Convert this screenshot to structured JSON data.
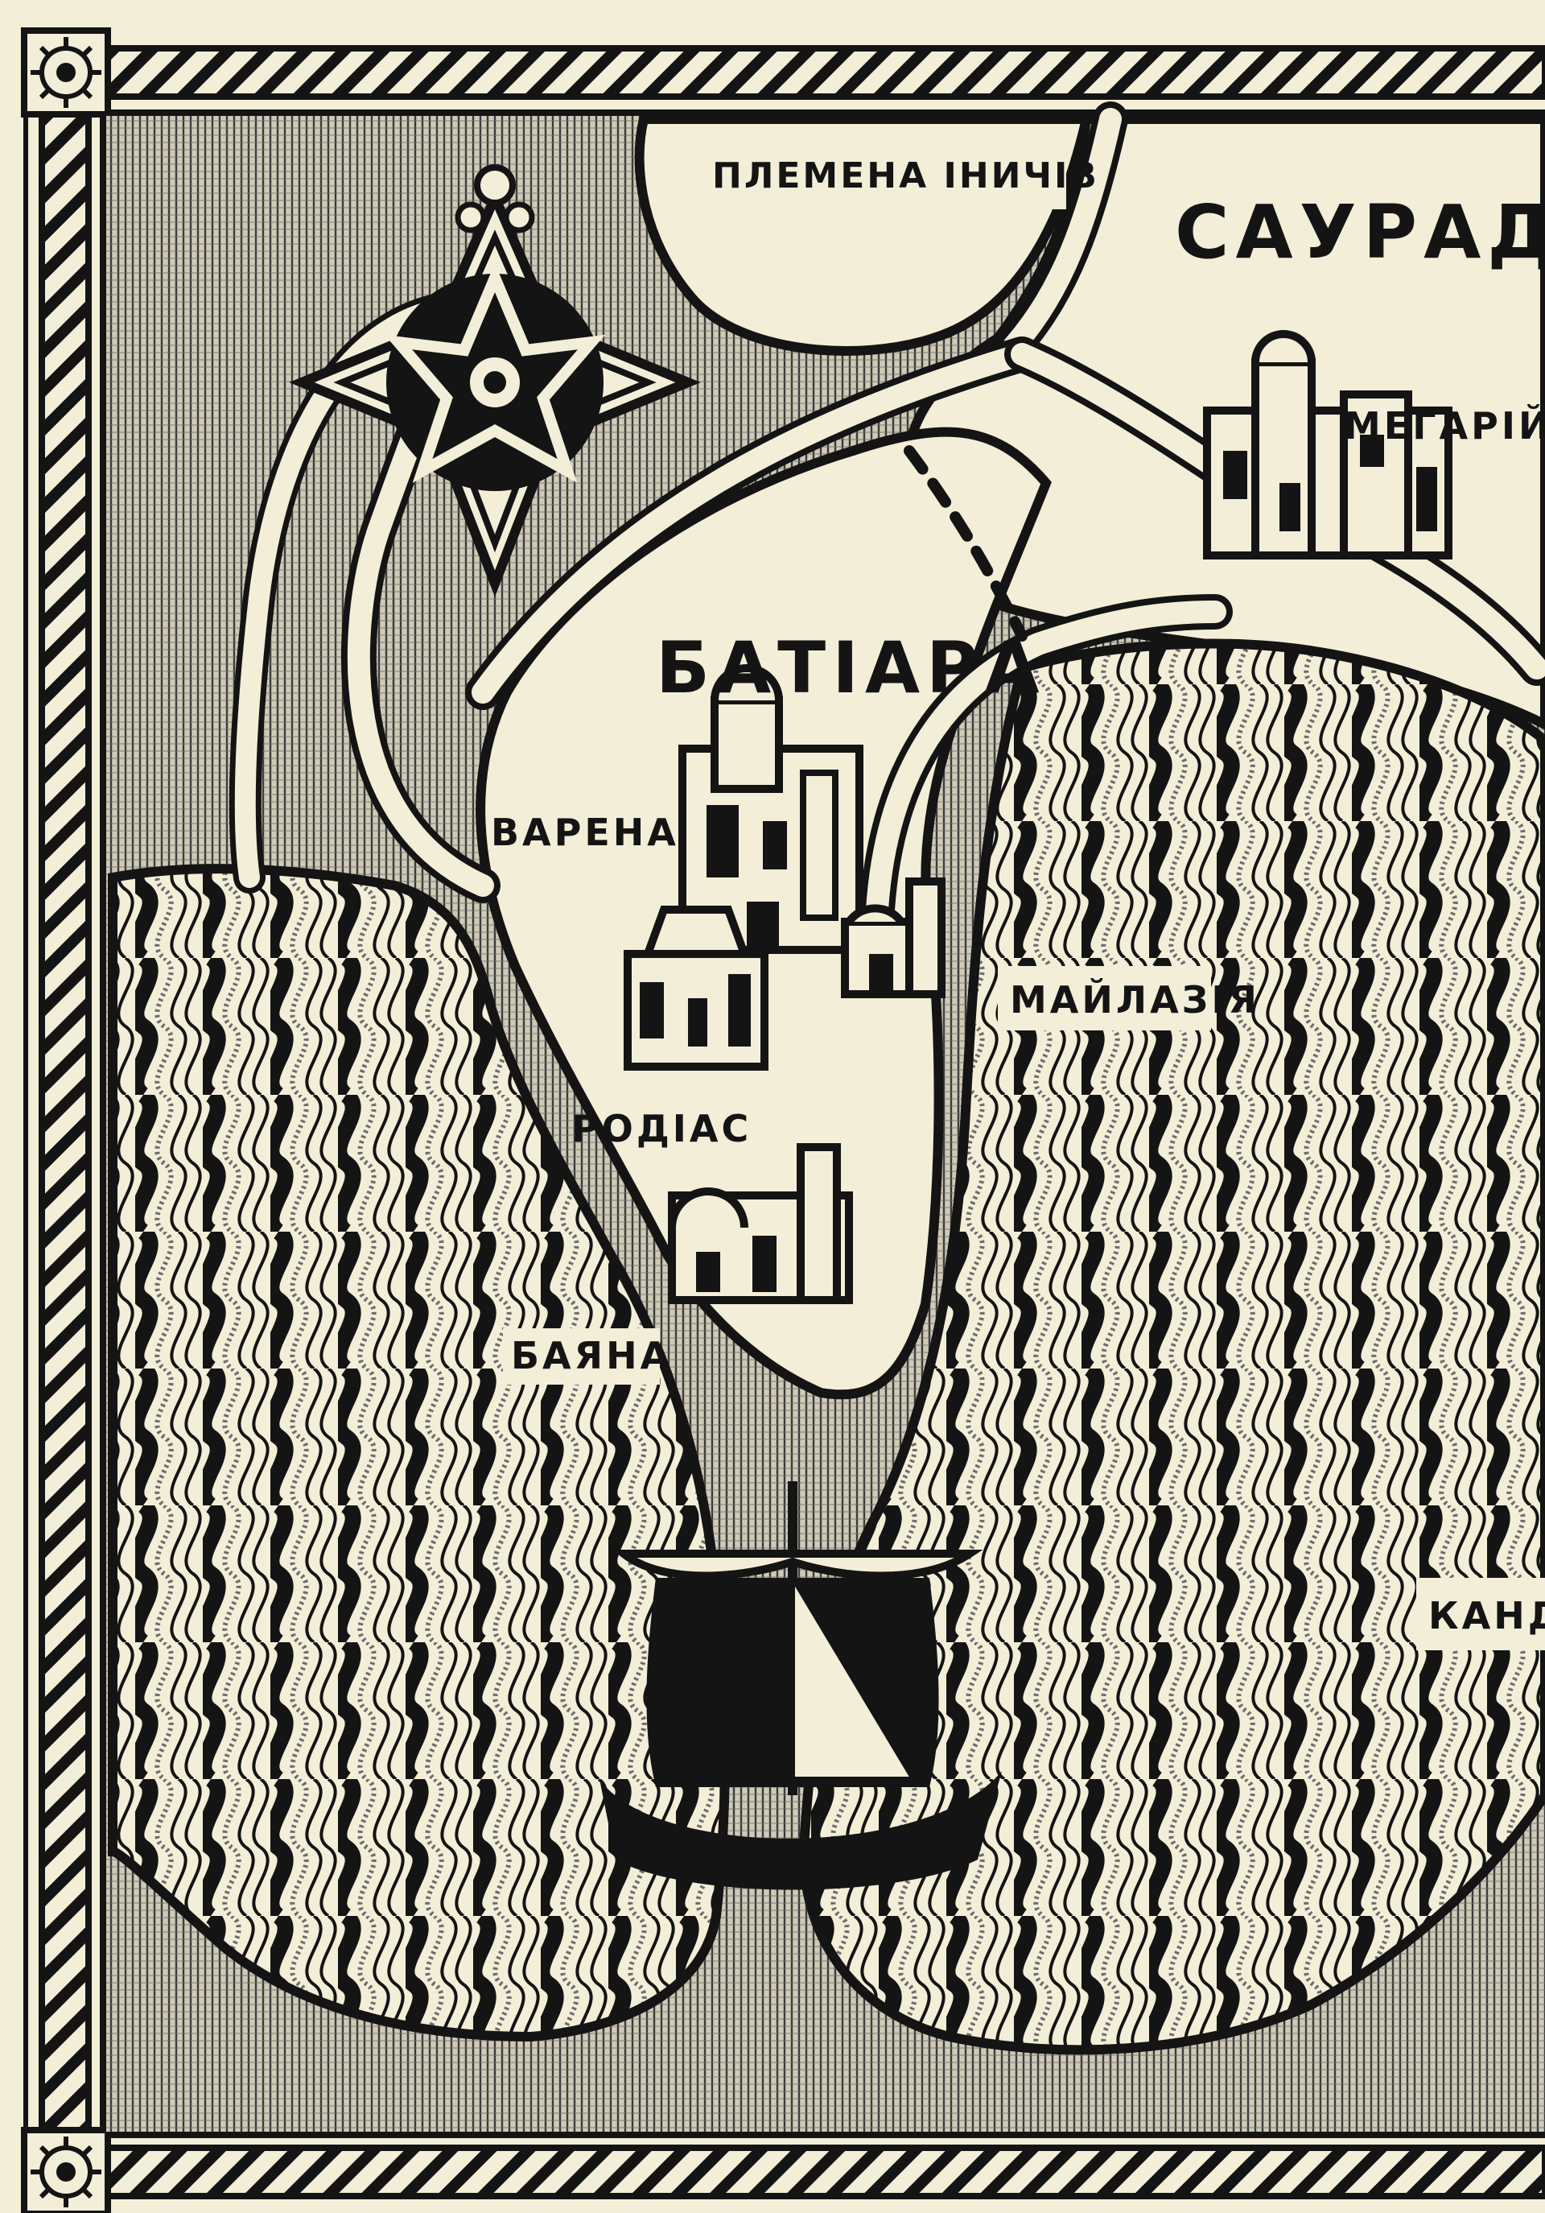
{
  "map": {
    "regions": {
      "tribes": "ПЛЕМЕНА ІНИЧІВ",
      "sauradia": "САУРАДІЯ",
      "batiara": "БАТІАРА"
    },
    "cities": {
      "megariy": "МЕГАРІЙ",
      "varena": "ВАРЕНА",
      "mailazia": "МАЙЛАЗІЯ",
      "rodias": "РОДІАС",
      "bayana": "БАЯНА",
      "kand": "КАНД"
    },
    "colors": {
      "paper": "#f3eed8",
      "ink": "#141414",
      "hatch": "#5a5a5a"
    },
    "icons": [
      "compass-rose-icon",
      "ship-icon",
      "city-icon",
      "border-sun-icon"
    ]
  }
}
